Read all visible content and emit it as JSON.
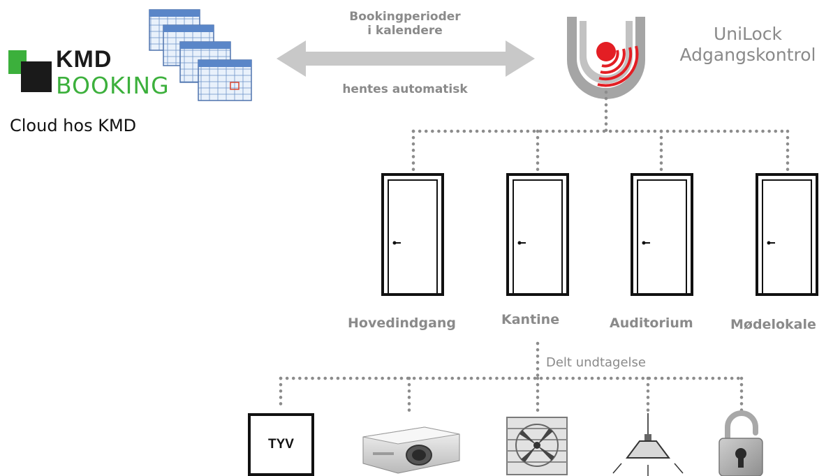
{
  "left": {
    "logo_kmd": "KMD",
    "logo_booking": "BOOKING",
    "cloud_label": "Cloud hos KMD",
    "calendar_icon": "calendar-stack-icon",
    "logo_colors": {
      "green": "#3cb03c",
      "dark": "#1a1a1a"
    }
  },
  "arrow": {
    "line1": "Bookingperioder",
    "line2": "i kalendere",
    "line3": "hentes automatisk",
    "color": "#c8c8c8"
  },
  "unilock": {
    "line1": "UniLock",
    "line2": "Adgangskontrol",
    "logo_icon": "unilock-logo-icon",
    "accent": "#e31e24"
  },
  "doors": [
    {
      "label": "Hovedindgang",
      "icon": "door-icon"
    },
    {
      "label": "Kantine",
      "icon": "door-icon"
    },
    {
      "label": "Auditorium",
      "icon": "door-icon"
    },
    {
      "label": "Mødelokale",
      "icon": "door-icon"
    }
  ],
  "shared_exception_label": "Delt undtagelse",
  "devices": [
    {
      "name": "alarm",
      "label": "TYV",
      "icon": "alarm-box-icon"
    },
    {
      "name": "projector",
      "icon": "projector-icon"
    },
    {
      "name": "ventilation",
      "icon": "fan-icon"
    },
    {
      "name": "lamp",
      "icon": "ceiling-lamp-icon"
    },
    {
      "name": "lock",
      "icon": "unlocked-padlock-icon"
    }
  ],
  "connector_color": "#8c8c8c"
}
